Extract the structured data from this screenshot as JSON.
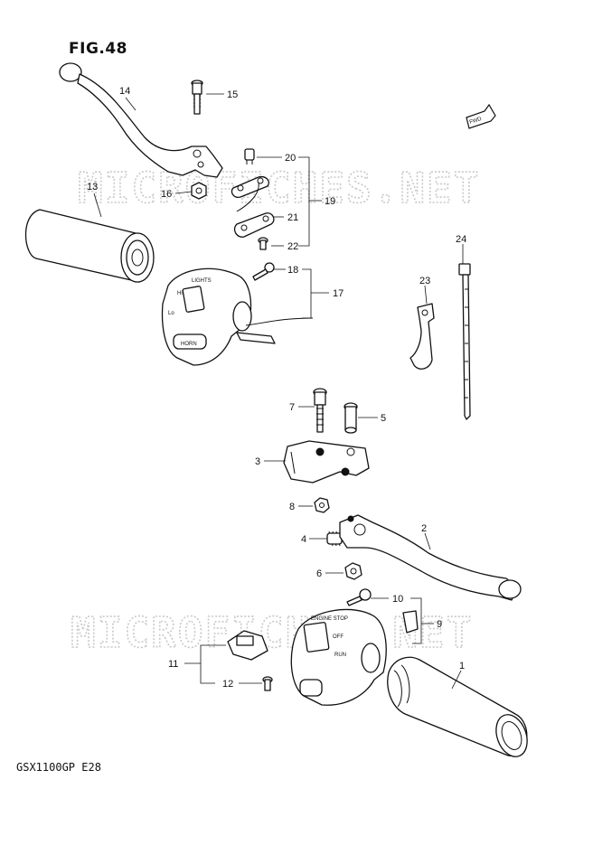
{
  "figure": {
    "title": "FIG.48",
    "model_code": "GSX1100GP  E28",
    "watermark": "MICROFICHES.NET",
    "fwd_label": "FWD"
  },
  "switch_labels": {
    "lights": "LIGHTS",
    "hi": "Hi",
    "lo": "Lo",
    "horn": "HORN",
    "engine_stop": "ENGINE STOP",
    "off": "OFF",
    "run": "RUN"
  },
  "callouts": [
    "1",
    "2",
    "3",
    "4",
    "5",
    "6",
    "7",
    "8",
    "9",
    "10",
    "11",
    "12",
    "13",
    "14",
    "15",
    "16",
    "17",
    "18",
    "19",
    "20",
    "21",
    "22",
    "23",
    "24"
  ]
}
